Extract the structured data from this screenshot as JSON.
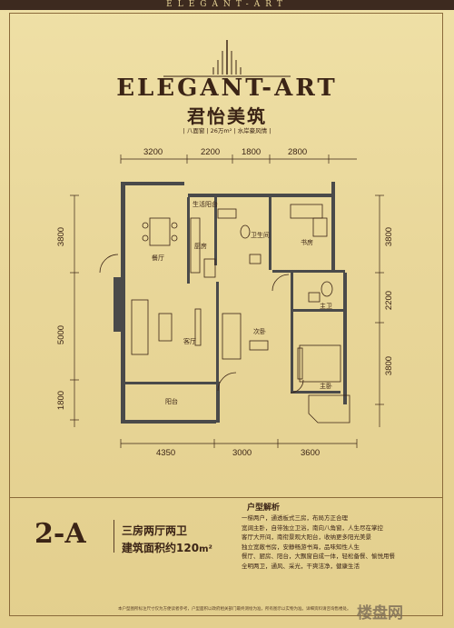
{
  "header": {
    "top_banner": "ELEGANT-ART",
    "logo_text": "ELEGANT-ART",
    "brand_name": "君怡美筑",
    "tagline": "| 八面窗 | 26万m² | 水岸豪风情 |"
  },
  "dimensions": {
    "top": [
      "3200",
      "2200",
      "1800",
      "2800"
    ],
    "bottom": [
      "4350",
      "3000",
      "3600"
    ],
    "left": [
      "3800",
      "5000",
      "1800"
    ],
    "right": [
      "3800",
      "2200",
      "3800"
    ]
  },
  "rooms": {
    "dining": "餐厅",
    "service_balcony": "生活阳台",
    "kitchen": "厨房",
    "bathroom": "卫生间",
    "study": "书房",
    "master_bath": "主卫",
    "living": "客厅",
    "second_bedroom": "次卧",
    "master_bedroom": "主卧",
    "balcony": "阳台"
  },
  "unit": {
    "code": "2-A",
    "type": "三房两厅两卫",
    "area_label": "建筑面积约",
    "area_value": "120",
    "area_unit": "m²"
  },
  "features": {
    "title": "户型解析",
    "items": [
      "一梯两户，通透板式三房，布局方正合理",
      "宽阔主卧，自带独立卫浴，南向八角窗，人生尽在掌控",
      "客厅大开间，南衔景观大阳台，收纳更多阳光美景",
      "独立宽敞书房，安静畅游书海，品味知性人生",
      "餐厅、厨房、阳台，大飘窗自成一体，轻松备餐、愉悦用餐",
      "全明两卫，通风、采光，干爽洁净，健康生活"
    ]
  },
  "footer": {
    "disclaimer": "本户型图所标注尺寸仅为方便读者参考，户型面积以政府相关部门最终测绘为准，所有图示以实物为准。详细资料请咨询售楼处。",
    "watermark": "楼盘网"
  }
}
